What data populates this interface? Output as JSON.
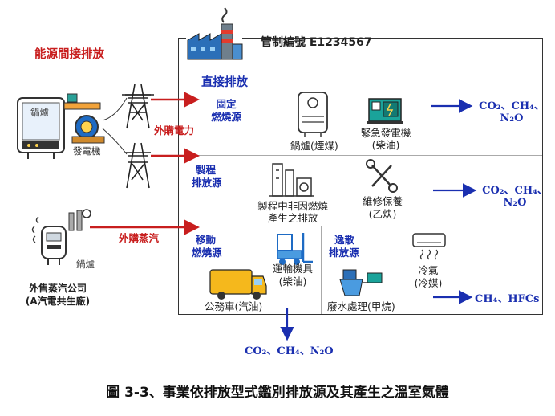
{
  "header": {
    "control_id_label": "管制編號 E1234567",
    "indirect_label": "能源間接排放"
  },
  "left": {
    "boiler_label": "鍋爐",
    "generator_label": "發電機",
    "purchased_power_label": "外購電力",
    "purchased_steam_label": "外購蒸汽",
    "steam_boiler_label": "鍋爐",
    "steam_company_line1": "外售蒸汽公司",
    "steam_company_line2": "(A汽電共生廠)"
  },
  "sections": {
    "direct_title": "直接排放",
    "fixed_title_line1": "固定",
    "fixed_title_line2": "燃燒源",
    "fixed_item1_label": "鍋爐(煙煤)",
    "fixed_item2_line1": "緊急發電機",
    "fixed_item2_line2": "(柴油)",
    "process_title_line1": "製程",
    "process_title_line2": "排放源",
    "process_item1_line1": "製程中非因燃燒",
    "process_item1_line2": "產生之排放",
    "process_item2_line1": "維修保養",
    "process_item2_line2": "(乙炔)",
    "mobile_title_line1": "移動",
    "mobile_title_line2": "燃燒源",
    "mobile_item1_line1": "運輸機具",
    "mobile_item1_line2": "(柴油)",
    "mobile_item2_label": "公務車(汽油)",
    "fugitive_title_line1": "逸散",
    "fugitive_title_line2": "排放源",
    "fugitive_item1_line1": "冷氣",
    "fugitive_item1_line2": "(冷媒)",
    "fugitive_item2_label": "廢水處理(甲烷)"
  },
  "outputs": {
    "gas_fixed": "CO₂、CH₄、N₂O",
    "gas_process": "CO₂、CH₄、N₂O",
    "gas_fugitive": "CH₄、HFCs",
    "gas_mobile": "CO₂、CH₄、N₂O"
  },
  "caption": "圖 3-3、事業依排放型式鑑別排放源及其產生之溫室氣體",
  "colors": {
    "red_arrow": "#c81e1e",
    "blue_arrow": "#1a2fb0",
    "truck_yellow": "#f5b81c",
    "teal": "#1aa39a"
  }
}
